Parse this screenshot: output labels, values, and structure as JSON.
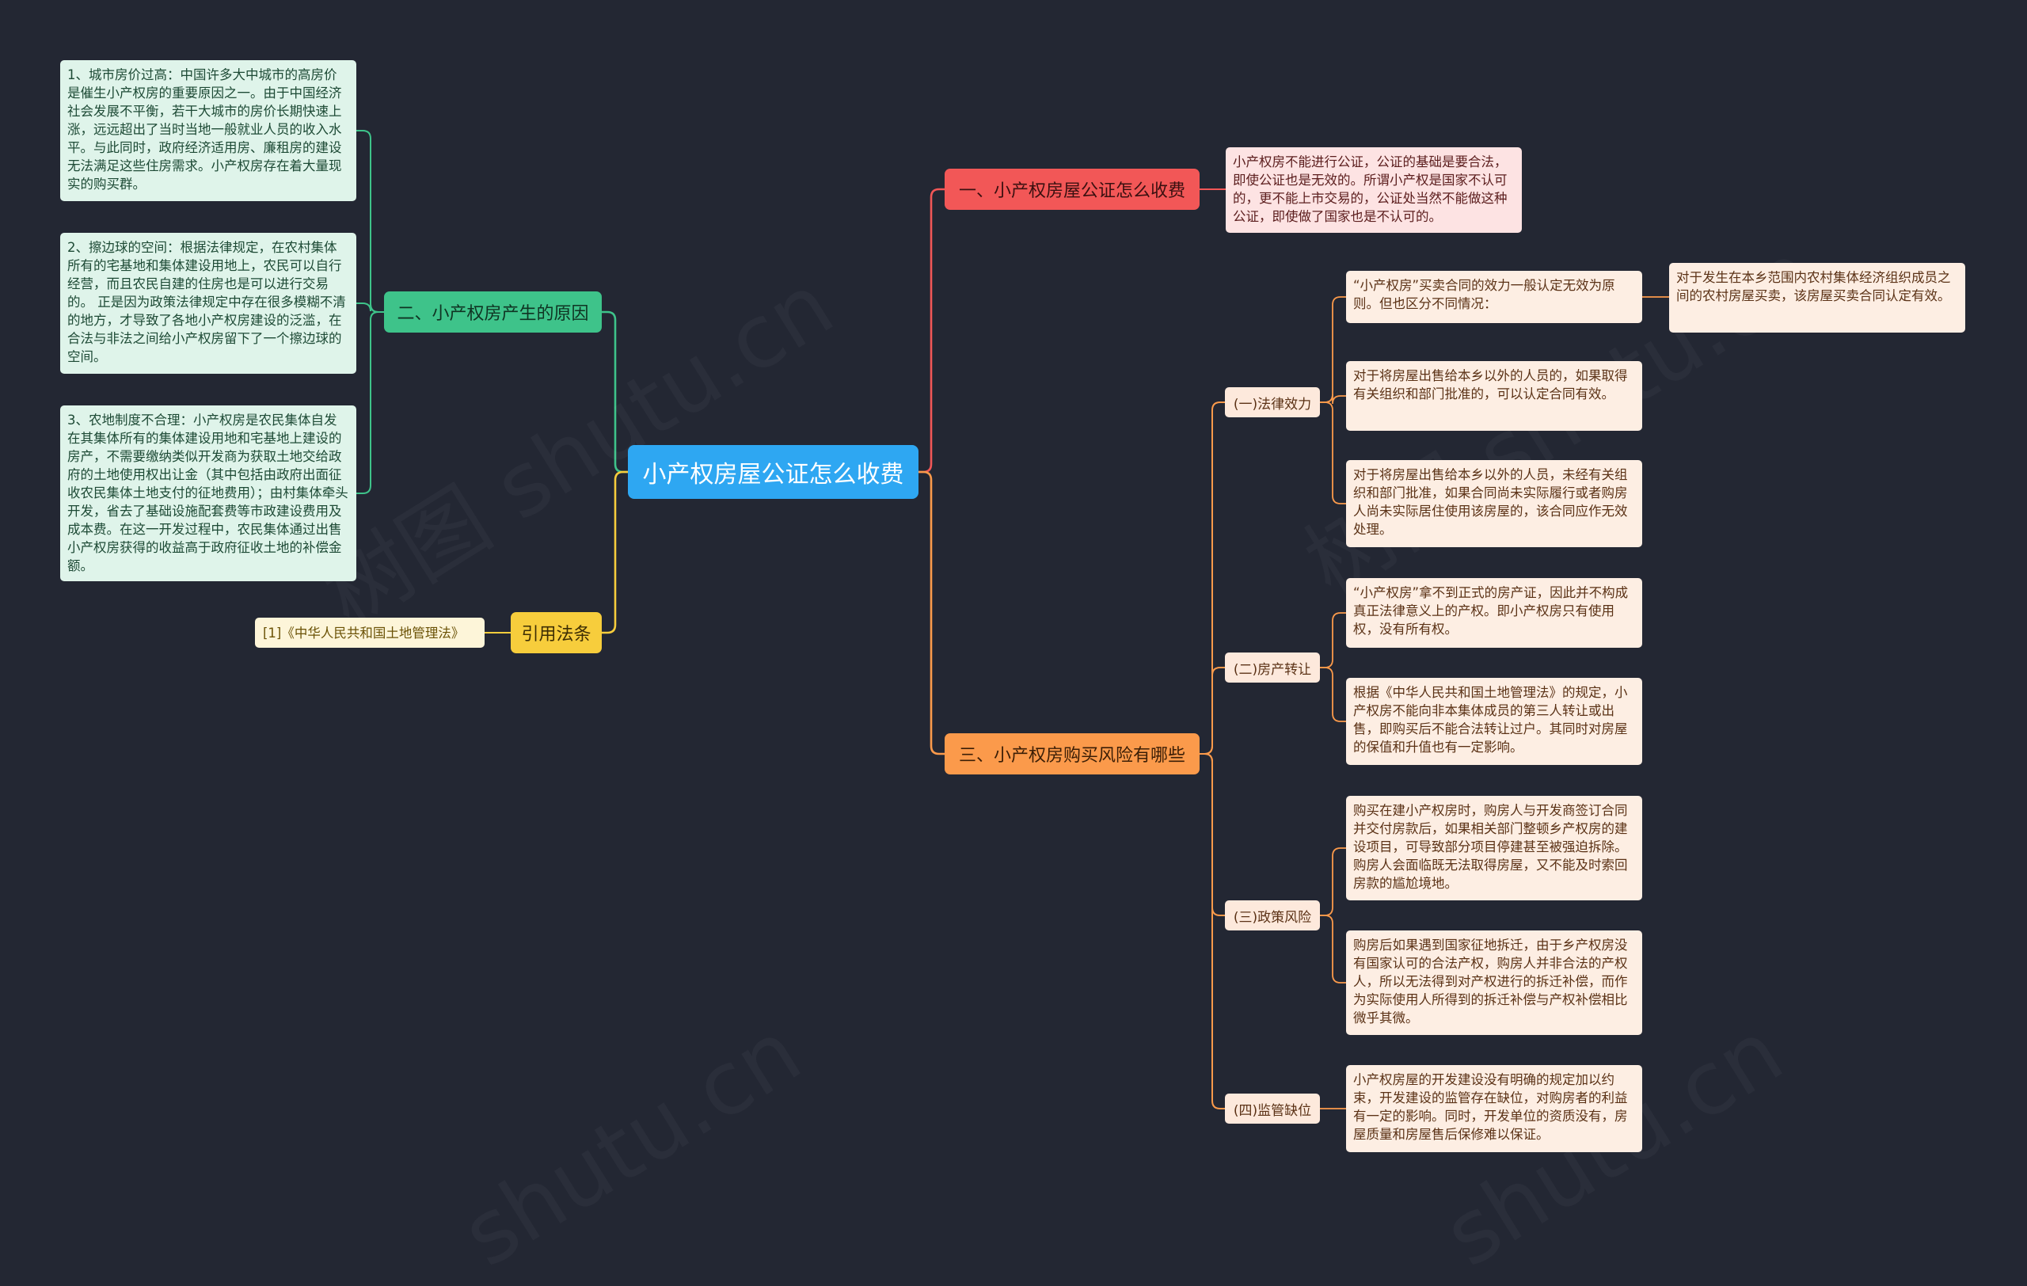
{
  "root": {
    "label": "小产权房屋公证怎么收费"
  },
  "branches": {
    "b1": {
      "label": "一、小产权房屋公证怎么收费",
      "color": "#f25757"
    },
    "b2": {
      "label": "二、小产权房产生的原因",
      "color": "#3ec38a"
    },
    "b3": {
      "label": "三、小产权房购买风险有哪些",
      "color": "#fb9a4b"
    },
    "b4": {
      "label": "引用法条",
      "color": "#f7cd3c"
    }
  },
  "b1_leaf": "小产权房不能进行公证，公证的基础是要合法，即使公证也是无效的。所谓小产权是国家不认可的，更不能上市交易的，公证处当然不能做这种公证，即使做了国家也是不认可的。",
  "b2_leaves": [
    "1、城市房价过高：中国许多大中城市的高房价是催生小产权房的重要原因之一。由于中国经济社会发展不平衡，若干大城市的房价长期快速上涨，远远超出了当时当地一般就业人员的收入水平。与此同时，政府经济适用房、廉租房的建设无法满足这些住房需求。小产权房存在着大量现实的购买群。",
    "2、擦边球的空间：根据法律规定，在农村集体所有的宅基地和集体建设用地上，农民可以自行经营，而且农民自建的住房也是可以进行交易的。  正是因为政策法律规定中存在很多模糊不清的地方，才导致了各地小产权房建设的泛滥，在合法与非法之间给小产权房留下了一个擦边球的空间。",
    "3、农地制度不合理：小产权房是农民集体自发在其集体所有的集体建设用地和宅基地上建设的房产，不需要缴纳类似开发商为获取土地交给政府的土地使用权出让金（其中包括由政府出面征收农民集体土地支付的征地费用）；由村集体牵头开发，省去了基础设施配套费等市政建设费用及成本费。在这一开发过程中，农民集体通过出售小产权房获得的收益高于政府征收土地的补偿金额。"
  ],
  "b4_leaf": "[1]《中华人民共和国土地管理法》",
  "b3_subs": {
    "s1": {
      "label": "(一)法律效力",
      "leaves": [
        "“小产权房”买卖合同的效力一般认定无效为原则。但也区分不同情况：",
        "对于将房屋出售给本乡以外的人员的，如果取得有关组织和部门批准的，可以认定合同有效。",
        "对于将房屋出售给本乡以外的人员，未经有关组织和部门批准，如果合同尚未实际履行或者购房人尚未实际居住使用该房屋的，该合同应作无效处理。"
      ],
      "extra": "对于发生在本乡范围内农村集体经济组织成员之间的农村房屋买卖，该房屋买卖合同认定有效。"
    },
    "s2": {
      "label": "(二)房产转让",
      "leaves": [
        "“小产权房”拿不到正式的房产证，因此并不构成真正法律意义上的产权。即小产权房只有使用权，没有所有权。",
        "根据《中华人民共和国土地管理法》的规定，小产权房不能向非本集体成员的第三人转让或出售，即购买后不能合法转让过户。其同时对房屋的保值和升值也有一定影响。"
      ]
    },
    "s3": {
      "label": "(三)政策风险",
      "leaves": [
        "购买在建小产权房时，购房人与开发商签订合同并交付房款后，如果相关部门整顿乡产权房的建设项目，可导致部分项目停建甚至被强迫拆除。购房人会面临既无法取得房屋，又不能及时索回房款的尴尬境地。",
        "购房后如果遇到国家征地拆迁，由于乡产权房没有国家认可的合法产权，购房人并非合法的产权人，所以无法得到对产权进行的拆迁补偿，而作为实际使用人所得到的拆迁补偿与产权补偿相比微乎其微。"
      ]
    },
    "s4": {
      "label": "(四)监管缺位",
      "leaves": [
        "小产权房屋的开发建设没有明确的规定加以约束，开发建设的监管存在缺位，对购房者的利益有一定的影响。同时，开发单位的资质没有，房屋质量和房屋售后保修难以保证。"
      ]
    }
  }
}
